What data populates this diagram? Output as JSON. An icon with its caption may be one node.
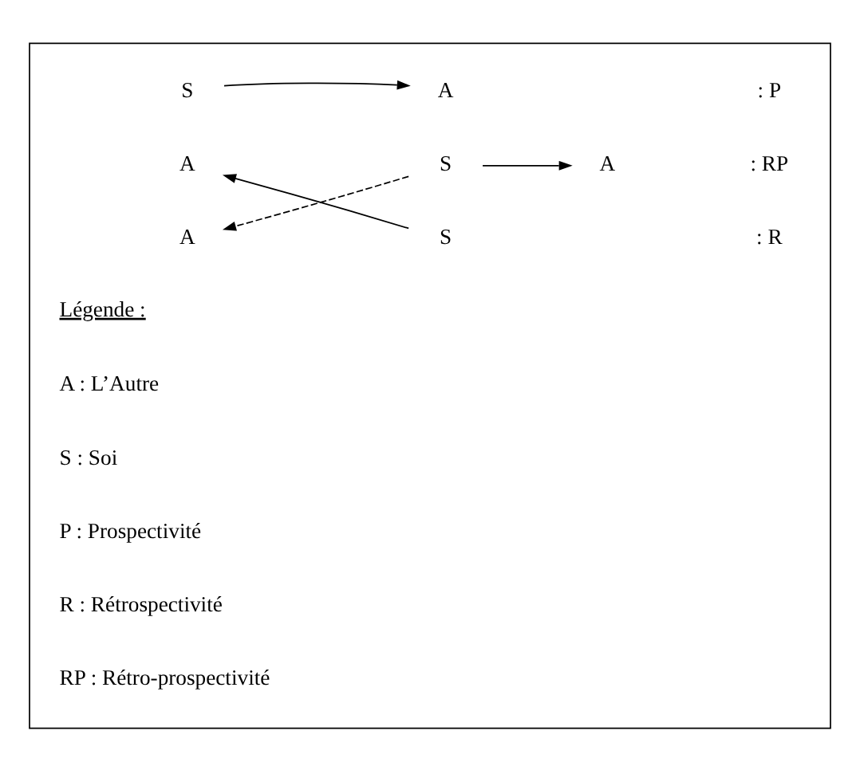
{
  "diagram": {
    "nodes": [
      {
        "text": [],
        "shape": "box"
      },
      {
        "text": [
          "S"
        ],
        "in": 0
      },
      {
        "text": [
          "A"
        ],
        "in": 0
      },
      {
        "text": [
          "A"
        ],
        "in": 0
      },
      {
        "text": [
          "S"
        ],
        "in": 0
      },
      {
        "text": [
          "A"
        ],
        "in": 0
      },
      {
        "text": [
          "S"
        ],
        "in": 0
      },
      {
        "text": [
          "A"
        ],
        "in": 0
      }
    ],
    "edges": [
      {
        "from": 1,
        "to": 2,
        "arrow": "to"
      },
      {
        "from": 4,
        "to": 3,
        "arrow": "to"
      },
      {
        "from": 6,
        "to": 5,
        "arrow": "to",
        "style": "dashed"
      },
      {
        "from": 6,
        "to": 7,
        "arrow": "to"
      }
    ],
    "labels": [
      ": P",
      ": R",
      ": RP",
      "Légende :",
      "A : L’Autre",
      "S : Soi",
      "P : Prospectivité",
      "R : Rétrospectivité",
      "RP : Rétro-prospectivité"
    ]
  }
}
